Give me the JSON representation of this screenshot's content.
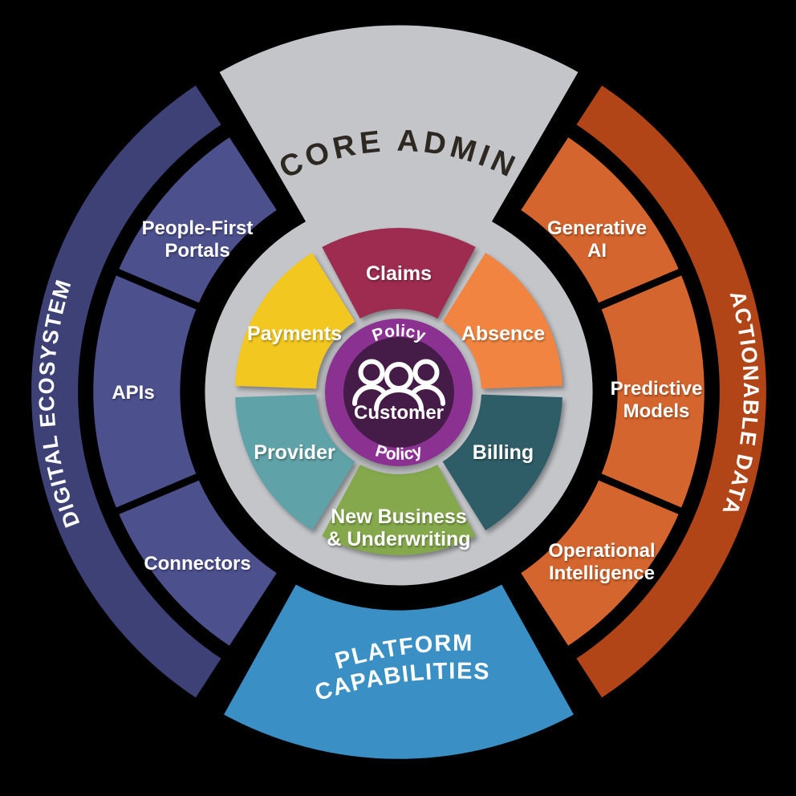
{
  "diagram": {
    "background": "#000000",
    "core_admin": {
      "label": "CORE ADMIN",
      "color": "#c3c5c9",
      "text_color": "#2e2822"
    },
    "platform_capabilities": {
      "label_line1": "PLATFORM",
      "label_line2": "CAPABILITIES",
      "color": "#3a8fc5",
      "text_color": "#ffffff"
    },
    "digital_ecosystem": {
      "band_label": "DIGITAL ECOSYSTEM",
      "band_color": "#3d4175",
      "segment_color": "#4c508d",
      "text_color": "#ffffff",
      "segments": [
        {
          "label_line1": "People-First",
          "label_line2": "Portals"
        },
        {
          "label": "APIs"
        },
        {
          "label": "Connectors"
        }
      ]
    },
    "actionable_data": {
      "band_label": "ACTIONABLE DATA",
      "band_color": "#b24517",
      "segment_color": "#d4652e",
      "text_color": "#ffffff",
      "segments": [
        {
          "label_line1": "Generative",
          "label_line2": "AI"
        },
        {
          "label_line1": "Predictive",
          "label_line2": "Models"
        },
        {
          "label_line1": "Operational",
          "label_line2": "Intelligence"
        }
      ]
    },
    "inner_wheel": {
      "ring_color": "#c3c5c9",
      "segments": [
        {
          "label": "Claims",
          "color": "#9e2b50"
        },
        {
          "label": "Absence",
          "color": "#f08440"
        },
        {
          "label": "Billing",
          "color": "#2f5d67"
        },
        {
          "label_line1": "New Business",
          "label_line2": "& Underwriting",
          "color": "#84a84b"
        },
        {
          "label": "Provider",
          "color": "#5fa2a7"
        },
        {
          "label": "Payments",
          "color": "#f2c71f"
        }
      ]
    },
    "hub": {
      "label": "Customer",
      "icon": "people-group-icon",
      "ring_label_top": "Policy",
      "ring_label_bottom": "Policy",
      "ring_color": "#8b3191",
      "hub_color": "#451b47",
      "text_color": "#ffffff"
    }
  }
}
